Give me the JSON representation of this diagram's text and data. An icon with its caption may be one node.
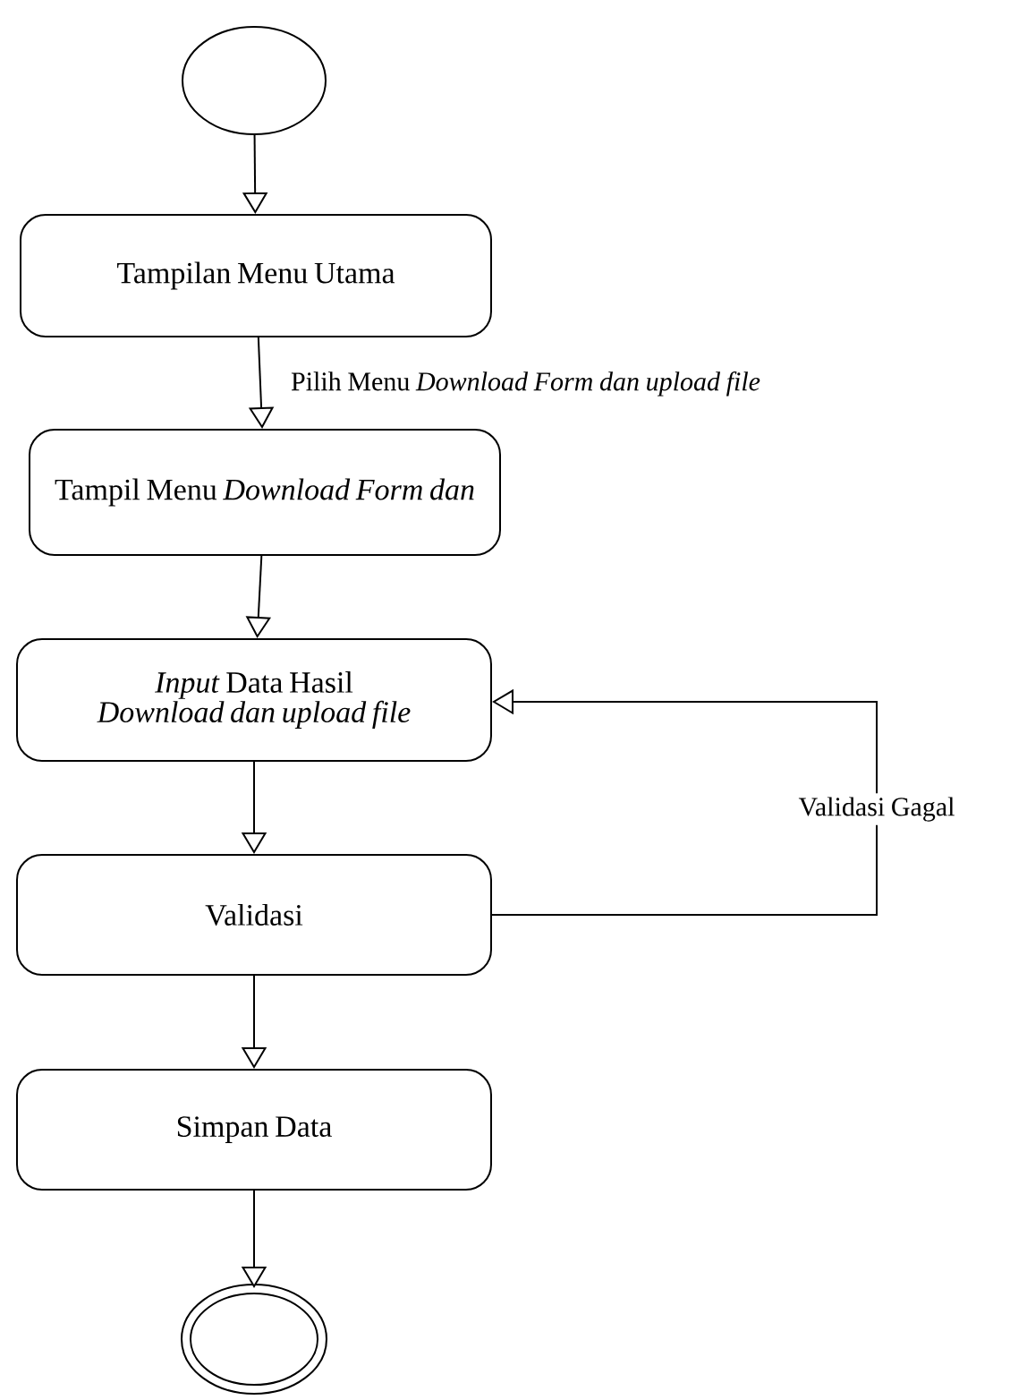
{
  "diagram": {
    "nodes": [
      {
        "text": [],
        "shape": "circle"
      },
      {
        "text": [
          "Tampilan Menu Utama"
        ]
      },
      {
        "text": [
          "Tampil Menu *Download Form dan*"
        ]
      },
      {
        "text": [
          "*Input* Data Hasil *Download dan upload file*"
        ]
      },
      {
        "text": [
          "Validasi"
        ]
      },
      {
        "text": [
          "Simpan Data"
        ]
      },
      {
        "text": [],
        "shape": "circle"
      }
    ],
    "edges": [
      {
        "from": 0,
        "to": 1,
        "arrow": "to"
      },
      {
        "from": 1,
        "to": 2,
        "arrow": "to",
        "label": "Pilih Menu *Download Form dan upload file*"
      },
      {
        "from": 2,
        "to": 3,
        "arrow": "to"
      },
      {
        "from": 3,
        "to": 4,
        "arrow": "to"
      },
      {
        "from": 4,
        "to": 3,
        "arrow": "to",
        "label": "Validasi Gagal"
      },
      {
        "from": 4,
        "to": 5,
        "arrow": "to"
      },
      {
        "from": 5,
        "to": 6,
        "arrow": "to"
      }
    ]
  }
}
